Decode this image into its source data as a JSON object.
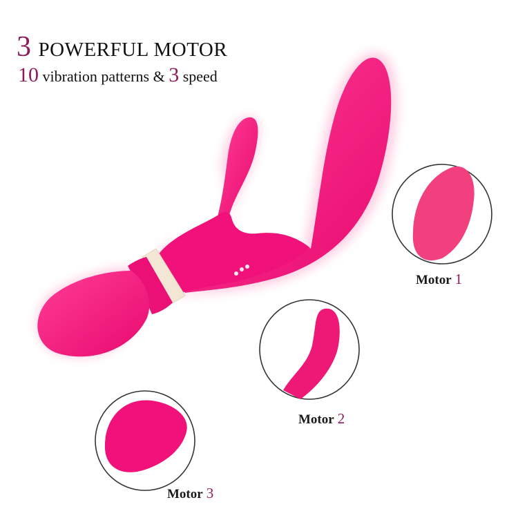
{
  "headline": {
    "number": "3",
    "text": "POWERFUL MOTOR"
  },
  "subline": {
    "patterns_number": "10",
    "patterns_text": "vibration patterns &",
    "speed_number": "3",
    "speed_text": "speed"
  },
  "motors": [
    {
      "label": "Motor",
      "number": "1"
    },
    {
      "label": "Motor",
      "number": "2"
    },
    {
      "label": "Motor",
      "number": "3"
    }
  ],
  "colors": {
    "product_pink": "#f0127a",
    "highlight_pink": "#ff4fa0",
    "glow_pink": "#ffc2dc",
    "accent_text": "#8e1b5a",
    "ring_band": "#f3e6d4",
    "circle_stroke": "#333333"
  }
}
